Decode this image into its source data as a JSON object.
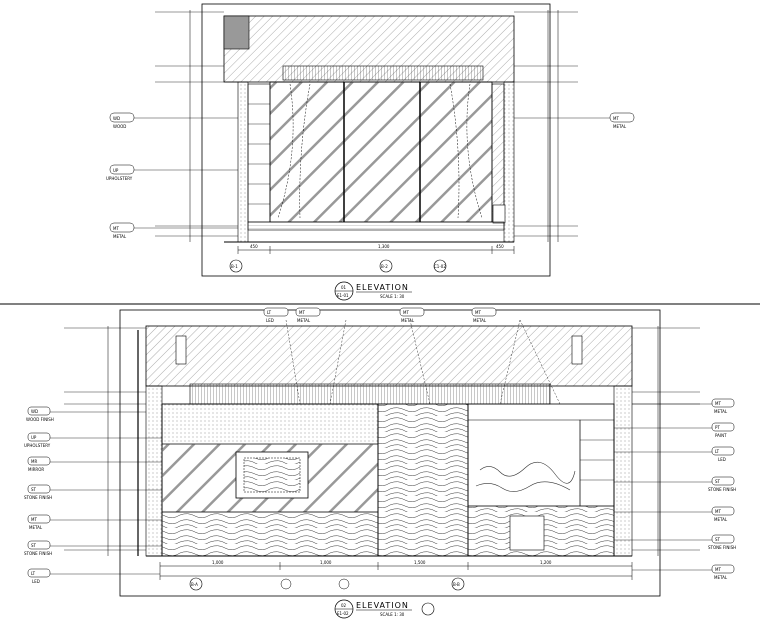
{
  "top_drawing": {
    "title": "ELEVATION",
    "scale": "SCALE 1: 30",
    "sheet_ref": "E1-01",
    "view_number": "01",
    "grid_labels": [
      "B-1",
      "B-2"
    ],
    "section_ref": "C1-02",
    "left_tags": [
      {
        "code": "WD",
        "label": "WOOD"
      },
      {
        "code": "UP",
        "label": "UPHOLSTERY"
      },
      {
        "code": "MT",
        "label": "METAL"
      }
    ],
    "right_tags": [
      {
        "code": "MT",
        "label": "METAL"
      }
    ],
    "dims_bottom": [
      "450",
      "1,300",
      "450"
    ]
  },
  "bottom_drawing": {
    "title": "ELEVATION",
    "scale": "SCALE 1: 30",
    "sheet_ref": "E1-02",
    "view_number": "02",
    "grid_labels": [
      "B-A",
      "B-B"
    ],
    "top_tags": [
      {
        "code": "LT",
        "label": "LED"
      },
      {
        "code": "MT",
        "label": "METAL"
      },
      {
        "code": "MT",
        "label": "METAL"
      },
      {
        "code": "MT",
        "label": "METAL"
      }
    ],
    "left_tags": [
      {
        "code": "WD",
        "label": "WOOD FINISH"
      },
      {
        "code": "UP",
        "label": "UPHOLSTERY"
      },
      {
        "code": "MR",
        "label": "MIRROR"
      },
      {
        "code": "ST",
        "label": "STONE FINISH"
      },
      {
        "code": "MT",
        "label": "METAL"
      },
      {
        "code": "ST",
        "label": "STONE FINISH"
      },
      {
        "code": "LT",
        "label": "LED"
      }
    ],
    "right_tags": [
      {
        "code": "MT",
        "label": "METAL"
      },
      {
        "code": "PT",
        "label": "PAINT"
      },
      {
        "code": "LT",
        "label": "LED"
      },
      {
        "code": "ST",
        "label": "STONE FINISH"
      },
      {
        "code": "MT",
        "label": "METAL"
      },
      {
        "code": "ST",
        "label": "STONE FINISH"
      },
      {
        "code": "MT",
        "label": "METAL"
      }
    ],
    "dims_bottom": [
      "1,000",
      "1,000",
      "1,500",
      "1,200"
    ]
  }
}
